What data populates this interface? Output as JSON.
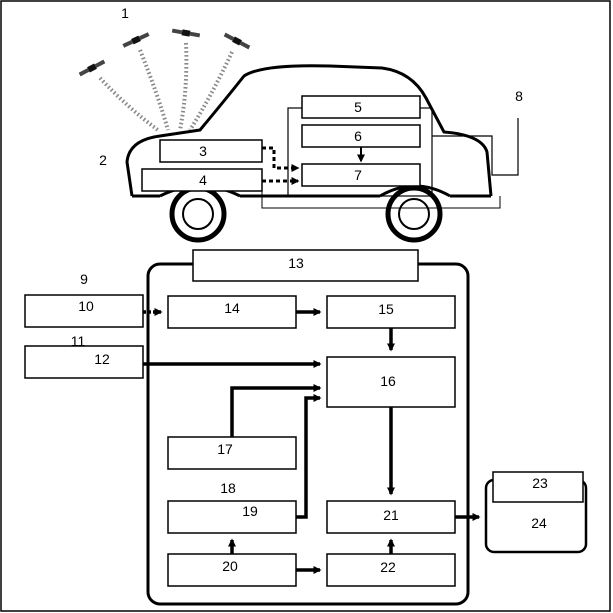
{
  "labels": {
    "satellites": "1",
    "vehicle": "2",
    "box3": "3",
    "box4": "4",
    "box5": "5",
    "box6": "6",
    "box7": "7",
    "housing": "8",
    "source9": "9",
    "box10": "10",
    "source11": "11",
    "box12": "12",
    "box13": "13",
    "box14": "14",
    "box15": "15",
    "box16": "16",
    "box17": "17",
    "group18": "18",
    "box19": "19",
    "box20": "20",
    "box21": "21",
    "box22": "22",
    "box23": "23",
    "box24": "24"
  },
  "colors": {
    "ink": "#000000",
    "paper": "#ffffff",
    "signal": "#8a8a8a"
  }
}
